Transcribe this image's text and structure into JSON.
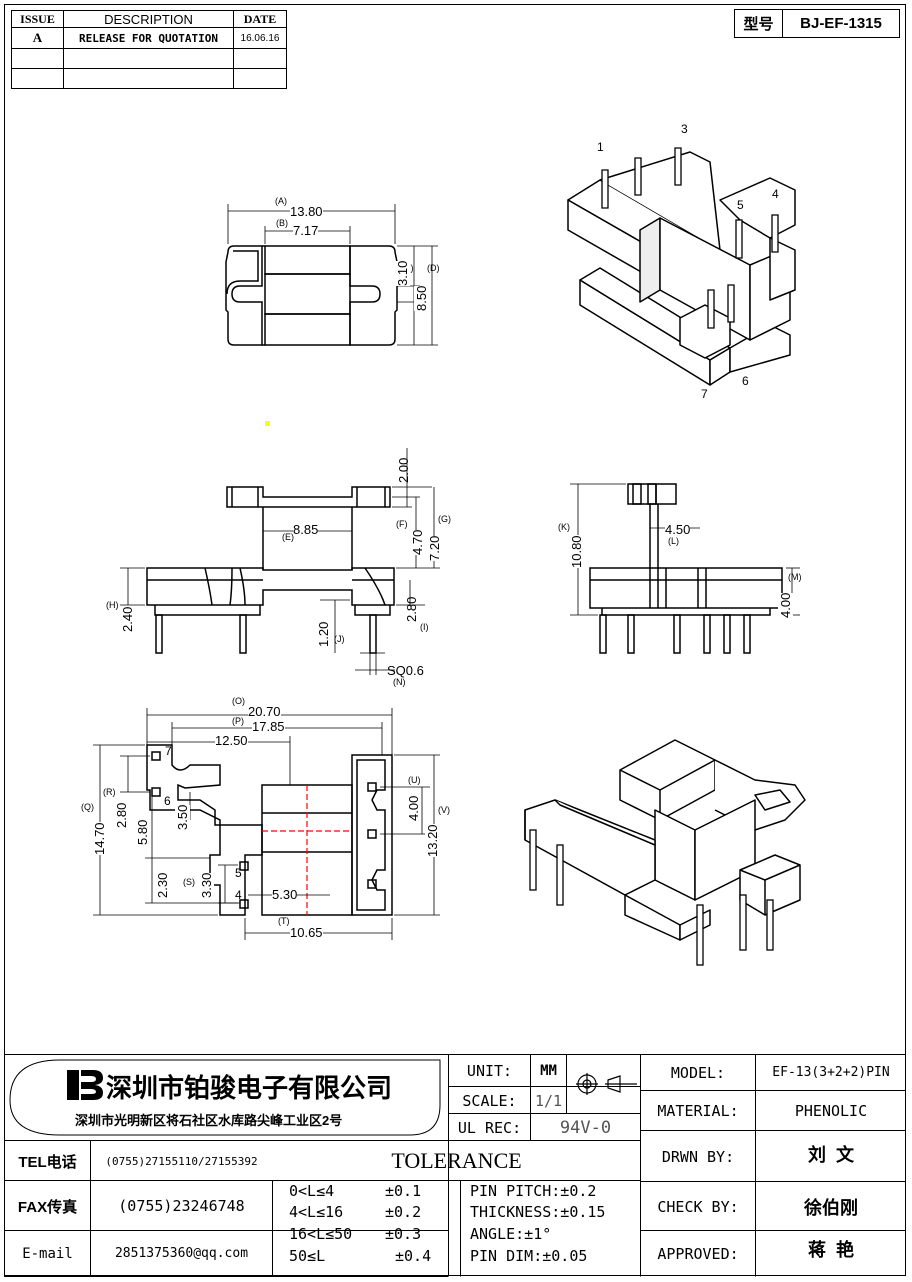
{
  "revision_table": {
    "headers": {
      "issue": "ISSUE",
      "description": "DESCRIPTION",
      "date": "DATE"
    },
    "rows": [
      {
        "issue": "A",
        "description": "RELEASE FOR QUOTATION",
        "date": "16.06.16"
      }
    ]
  },
  "model_box": {
    "label": "型号",
    "value": "BJ-EF-1315"
  },
  "top_view": {
    "dim_a": "(A)",
    "a": "13.80",
    "dim_b": "(B)",
    "b": "7.17",
    "dim_c": "(C)",
    "c": "3.10",
    "dim_d": "(D)",
    "d": "8.50"
  },
  "iso_pin_labels": [
    "1",
    "3",
    "4",
    "5",
    "6",
    "7"
  ],
  "front_view": {
    "v2": "2.00",
    "dim_e": "(E)",
    "e": "8.85",
    "dim_f": "(F)",
    "f": "4.70",
    "dim_g": "(G)",
    "g": "7.20",
    "dim_h": "(H)",
    "h": "2.40",
    "dim_i": "(I)",
    "i": "2.80",
    "dim_j": "(J)",
    "j": "1.20",
    "dim_n": "(N)",
    "n": "SQ0.6"
  },
  "side_view": {
    "dim_k": "(K)",
    "k": "10.80",
    "dim_l": "(L)",
    "l": "4.50",
    "dim_m": "(M)",
    "m": "4.00"
  },
  "bottom_view": {
    "dim_o": "(O)",
    "o": "20.70",
    "dim_p": "(P)",
    "p": "17.85",
    "v1250": "12.50",
    "dim_q": "(Q)",
    "q": "14.70",
    "dim_r": "(R)",
    "r": "2.80",
    "v580": "5.80",
    "v350": "3.50",
    "v230": "2.30",
    "dim_s": "(S)",
    "s": "3.30",
    "v530": "5.30",
    "dim_t": "(T)",
    "t": "10.65",
    "dim_u": "(U)",
    "u": "4.00",
    "dim_v": "(V)",
    "v": "13.20",
    "pin_labels": [
      "7",
      "6",
      "5",
      "4"
    ]
  },
  "title_block": {
    "company_name": "深圳市铂骏电子有限公司",
    "company_address": "深圳市光明新区将石社区水库路尖峰工业区2号",
    "contacts": [
      {
        "label": "TEL电话",
        "value": "(0755)27155110/27155392"
      },
      {
        "label": "FAX传真",
        "value": "(0755)23246748"
      },
      {
        "label": "E-mail",
        "value": "2851375360@qq.com"
      }
    ],
    "unit_label": "UNIT:",
    "unit_value": "MM",
    "scale_label": "SCALE:",
    "scale_value": "1/1",
    "ul_label": "UL REC:",
    "ul_value": "94V-0",
    "tolerance_title": "TOLERANCE",
    "tolerance_rows": [
      {
        "range": "0<L≤4",
        "tol": "±0.1"
      },
      {
        "range": "4<L≤16",
        "tol": "±0.2"
      },
      {
        "range": "16<L≤50",
        "tol": "±0.3"
      },
      {
        "range": "50≤L",
        "tol": "±0.4"
      }
    ],
    "general_tolerances": [
      "PIN PITCH:±0.2",
      "THICKNESS:±0.15",
      "ANGLE:±1°",
      "PIN DIM:±0.05"
    ],
    "model_label": "MODEL:",
    "model_value": "EF-13(3+2+2)PIN",
    "material_label": "MATERIAL:",
    "material_value": "PHENOLIC",
    "drawn_label": "DRWN BY:",
    "drawn_value": "刘  文",
    "check_label": "CHECK BY:",
    "check_value": "徐伯刚",
    "approved_label": "APPROVED:",
    "approved_value": "蒋  艳"
  }
}
